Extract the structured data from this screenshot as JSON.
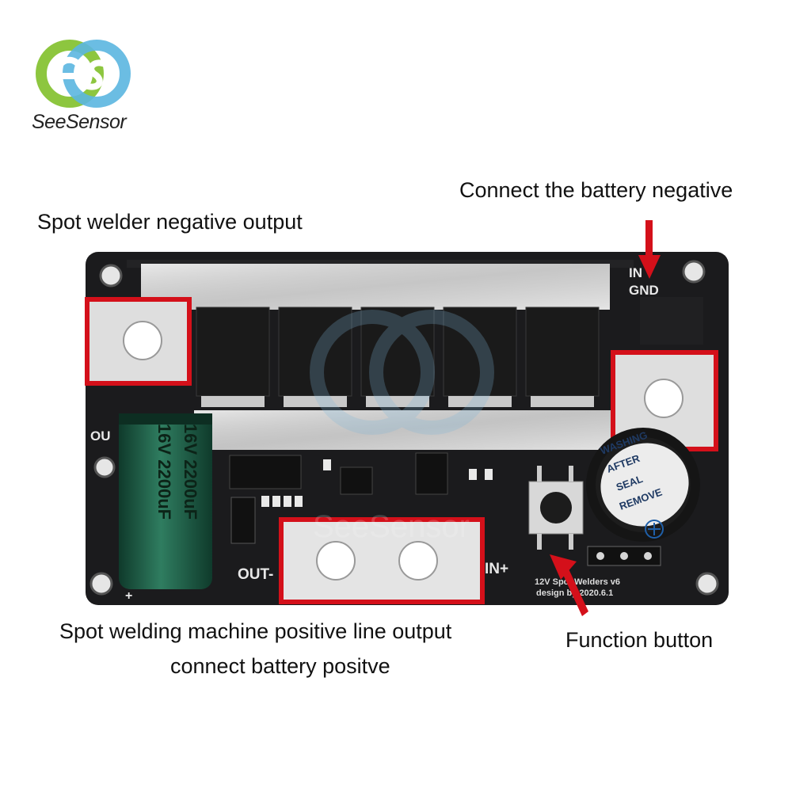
{
  "brand": {
    "name": "SeeSensor",
    "watermark": "SeeSensor"
  },
  "annotations": {
    "negative_output": "Spot welder negative output",
    "battery_negative": "Connect the battery negative",
    "positive_output_line1": "Spot welding machine positive line output",
    "positive_output_line2": "connect battery positve",
    "function_button": "Function button"
  },
  "board": {
    "label_in_top": "IN",
    "label_gnd": "GND",
    "label_out_left": "OU",
    "label_out_minus": "OUT-",
    "label_in_plus": "IN+",
    "label_plus": "+",
    "silk_line1": "12V Spot Welders v6",
    "silk_line2": "design by 2020.6.1",
    "capacitor_text": "16V 2200uF",
    "buzzer_text_1": "REMOVE",
    "buzzer_text_2": "SEAL",
    "buzzer_text_3": "AFTER",
    "buzzer_text_4": "WASHING"
  },
  "colors": {
    "highlight": "#d4101a",
    "pcb": "#1b1b1d",
    "capacitor": "#1c5a44",
    "buzzer": "#151515"
  }
}
